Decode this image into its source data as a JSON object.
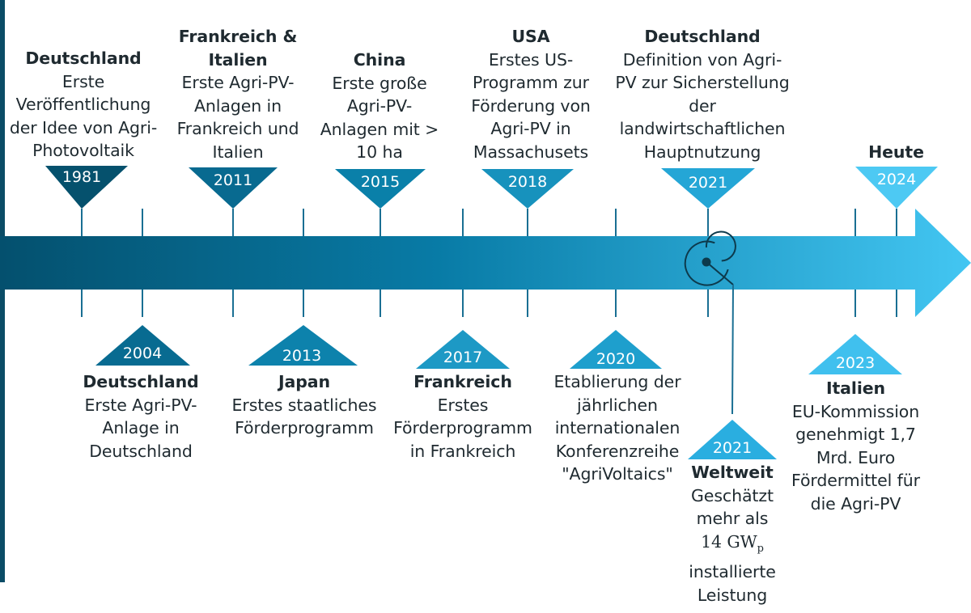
{
  "colors": {
    "dark": "#04506e",
    "mid": "#0b7ca5",
    "light": "#3bbfec",
    "ticks": "#1a6f93",
    "side_bar": "#0a4c66"
  },
  "icon": "target-icon",
  "events": [
    {
      "year": "1981",
      "country": "Deutschland",
      "desc": "Erste Veröffentlichung der Idee von Agri-Photovoltaik"
    },
    {
      "year": "2004",
      "country": "Deutschland",
      "desc": "Erste Agri-PV-Anlage in Deutschland"
    },
    {
      "year": "2011",
      "country": "Frankreich & Italien",
      "desc": "Erste Agri-PV-Anlagen in Frankreich und Italien"
    },
    {
      "year": "2013",
      "country": "Japan",
      "desc": "Erstes staatliches Förderprogramm"
    },
    {
      "year": "2015",
      "country": "China",
      "desc": "Erste große Agri-PV-Anlagen mit > 10 ha"
    },
    {
      "year": "2017",
      "country": "Frankreich",
      "desc": "Erstes Förderprogramm in Frankreich"
    },
    {
      "year": "2018",
      "country": "USA",
      "desc": "Erstes US-Programm zur Förderung von Agri-PV in Massachusets"
    },
    {
      "year": "2020",
      "country": "",
      "desc": "Etablierung der jährlichen internationalen Konferenzreihe \"AgriVoltaics\""
    },
    {
      "year": "2021",
      "country": "Deutschland",
      "desc": "Definition von Agri-PV zur Sicherstellung der landwirtschaftlichen Hauptnutzung"
    },
    {
      "year": "2021",
      "country": "Weltweit",
      "desc_pre": "Geschätzt mehr als",
      "desc_value": "14 GW",
      "desc_sub": "p",
      "desc_post": "installierte Leistung"
    },
    {
      "year": "2023",
      "country": "Italien",
      "desc": "EU-Kommission genehmigt 1,7 Mrd. Euro Fördermittel für die Agri-PV"
    },
    {
      "year": "2024",
      "country": "Heute",
      "desc": ""
    }
  ]
}
